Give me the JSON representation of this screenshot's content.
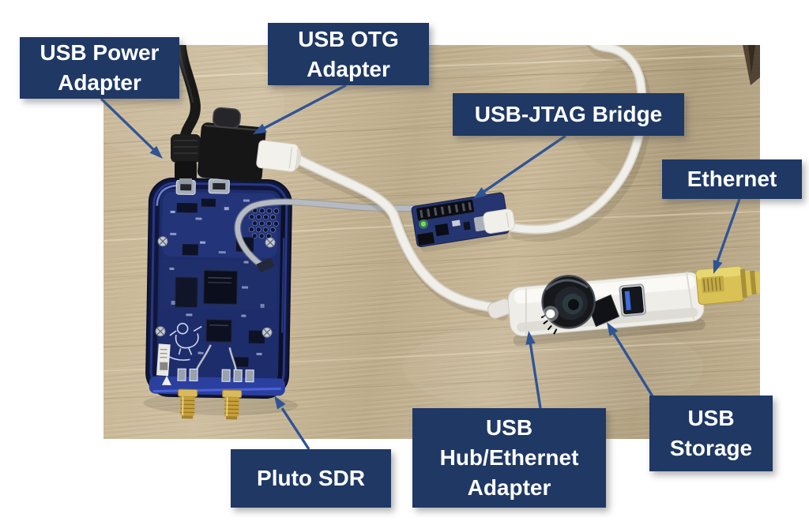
{
  "slide": {
    "background_color": "#ffffff",
    "label_bg_color": "#1f3864",
    "label_text_color": "#ffffff",
    "arrow_color": "#2f5496",
    "labels": [
      {
        "id": "usb-power-adapter",
        "text": "USB Power\nAdapter"
      },
      {
        "id": "usb-otg-adapter",
        "text": "USB OTG\nAdapter"
      },
      {
        "id": "usb-jtag-bridge",
        "text": "USB-JTAG Bridge"
      },
      {
        "id": "ethernet",
        "text": "Ethernet"
      },
      {
        "id": "pluto-sdr",
        "text": "Pluto SDR"
      },
      {
        "id": "usb-hub-ethernet-adapter",
        "text": "USB\nHub/Ethernet\nAdapter"
      },
      {
        "id": "usb-storage",
        "text": "USB\nStorage"
      }
    ],
    "photo": {
      "description": "Hardware setup on a light wooden desk",
      "objects": [
        "usb-power-cable",
        "usb-otg-adapter",
        "pluto-sdr-board",
        "jtag-ribbon-cable",
        "usb-jtag-bridge-board",
        "white-usb-cables",
        "usb-hub-ethernet-adapter",
        "usb-storage-drive",
        "yellow-ethernet-cable"
      ]
    }
  }
}
